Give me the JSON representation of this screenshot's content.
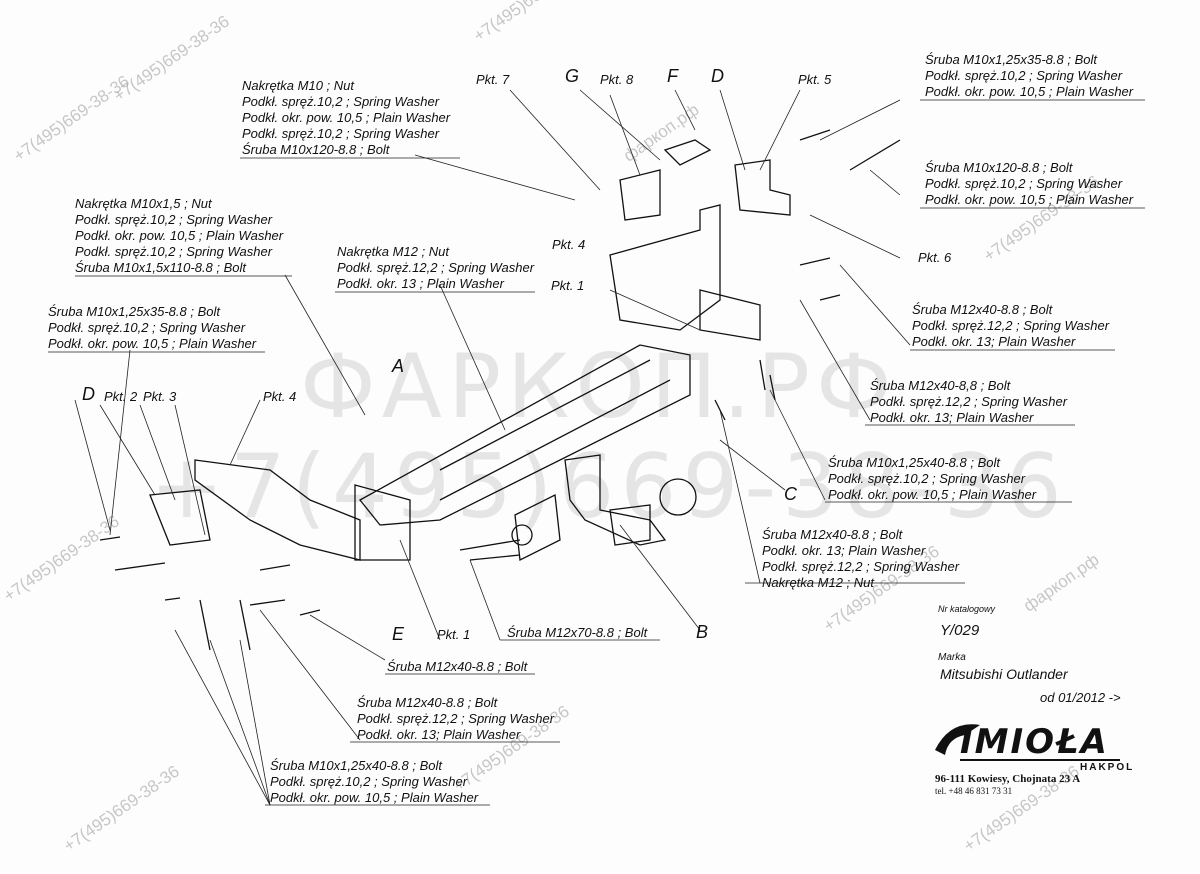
{
  "watermark": {
    "phone": "+7(495)669-38-36",
    "domain": "фаркоп.рф",
    "big_domain": "ФАРКОП.РФ",
    "big_phone": "+7(495)669-38-36"
  },
  "callouts": {
    "c1": [
      "Nakrętka  M10 ; Nut",
      "Podkł. spręż.10,2 ; Spring Washer",
      "Podkł. okr. pow. 10,5 ; Plain Washer",
      "Podkł. spręż.10,2 ; Spring Washer",
      "Śruba M10x120-8.8 ;  Bolt"
    ],
    "c2": [
      "Nakrętka  M10x1,5 ; Nut",
      "Podkł. spręż.10,2 ; Spring Washer",
      "Podkł. okr. pow. 10,5 ; Plain Washer",
      "Podkł. spręż.10,2 ; Spring Washer",
      "Śruba M10x1,5x110-8.8 ;  Bolt"
    ],
    "c3": [
      "Nakrętka  M12 ; Nut",
      "Podkł. spręż.12,2 ; Spring Washer",
      "Podkł. okr. 13 ; Plain Washer"
    ],
    "c4": [
      "Śruba M10x1,25x35-8.8 ;  Bolt",
      "Podkł. spręż.10,2 ; Spring Washer",
      "Podkł. okr. pow. 10,5 ; Plain Washer"
    ],
    "c5": [
      "Śruba M10x1,25x35-8.8 ;  Bolt",
      "Podkł. spręż.10,2 ; Spring Washer",
      "Podkł. okr. pow. 10,5 ; Plain Washer"
    ],
    "c6": [
      "Śruba M10x120-8.8 ;  Bolt",
      "Podkł. spręż.10,2 ; Spring Washer",
      "Podkł. okr. pow. 10,5 ; Plain Washer"
    ],
    "c7": [
      "Śruba M12x40-8.8 ;  Bolt",
      "Podkł. spręż.12,2 ; Spring Washer",
      "Podkł. okr. 13; Plain Washer"
    ],
    "c8": [
      "Śruba M12x40-8,8 ;  Bolt",
      "Podkł. spręż.12,2 ; Spring Washer",
      "Podkł. okr. 13; Plain Washer"
    ],
    "c9": [
      "Śruba M10x1,25x40-8.8 ;  Bolt",
      "Podkł. spręż.10,2 ; Spring Washer",
      "Podkł. okr. pow. 10,5 ; Plain Washer"
    ],
    "c10": [
      "Śruba M12x40-8.8 ;  Bolt",
      "Podkł. okr. 13; Plain Washer",
      "Podkł. spręż.12,2 ; Spring Washer",
      "Nakrętka  M12 ; Nut"
    ],
    "c11": [
      "Śruba M12x70-8.8 ;  Bolt"
    ],
    "c12": [
      "Śruba M12x40-8.8 ;  Bolt"
    ],
    "c13": [
      "Śruba M12x40-8.8 ;  Bolt",
      "Podkł. spręż.12,2 ; Spring Washer",
      "Podkł. okr. 13; Plain Washer"
    ],
    "c14": [
      "Śruba M10x1,25x40-8.8 ;  Bolt",
      "Podkł. spręż.10,2 ; Spring Washer",
      "Podkł. okr. pow. 10,5 ; Plain Washer"
    ]
  },
  "points": {
    "pkt7": "Pkt. 7",
    "pkt8": "Pkt. 8",
    "pkt5": "Pkt. 5",
    "pkt6": "Pkt. 6",
    "pkt4a": "Pkt. 4",
    "pkt4b": "Pkt. 4",
    "pkt1a": "Pkt. 1",
    "pkt1b": "Pkt. 1",
    "pkt2": "Pkt. 2",
    "pkt3": "Pkt. 3"
  },
  "parts": {
    "G": "G",
    "F": "F",
    "D1": "D",
    "D2": "D",
    "A": "A",
    "B": "B",
    "C": "C",
    "E": "E"
  },
  "meta": {
    "catalog_label": "Nr katalogowy",
    "catalog_no": "Y/029",
    "brand_label": "Marka",
    "model": "Mitsubishi Outlander",
    "from": "od  01/2012 ->"
  },
  "company": {
    "logo": "IMIOŁA",
    "sub": "HAKPOL",
    "address": "96-111 Kowiesy, Chojnata 23 A",
    "phone": "tel. +48 46 831 73 31"
  }
}
